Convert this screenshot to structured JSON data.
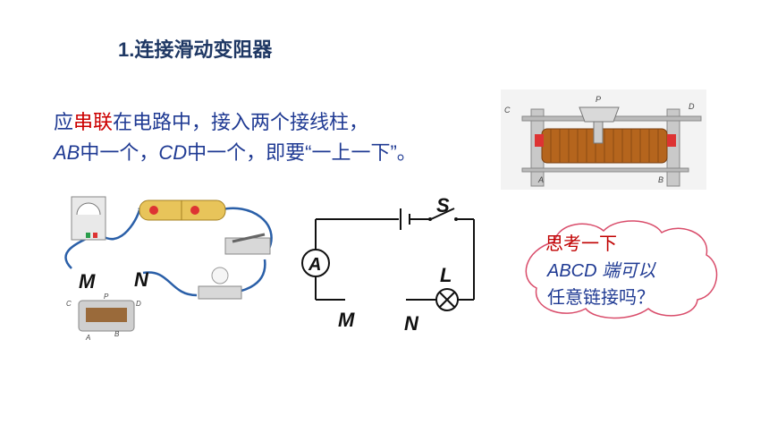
{
  "title": "1.连接滑动变阻器",
  "instruction": {
    "line1_a": "应",
    "line1_red": "串联",
    "line1_b": "在电路中，接入两个接线柱，",
    "line2_ab": "AB",
    "line2_a": "中一个，",
    "line2_cd": "CD",
    "line2_b": "中一个，即要“一上一下”。"
  },
  "rheostat_labels": {
    "p": "P",
    "a": "A",
    "b": "B",
    "c": "C",
    "d": "D"
  },
  "apparatus_labels": {
    "m": "M",
    "n": "N"
  },
  "schematic_labels": {
    "s": "S",
    "a": "A",
    "l": "L",
    "m": "M",
    "n": "N"
  },
  "cloud": {
    "title": "思考一下",
    "line2": "ABCD 端可以",
    "line3": "任意链接吗？"
  },
  "colors": {
    "title": "#1f3864",
    "text": "#1f3a93",
    "highlight": "#cc0000",
    "wire": "#2a5fa8",
    "cloud_border": "#d94c6a"
  }
}
